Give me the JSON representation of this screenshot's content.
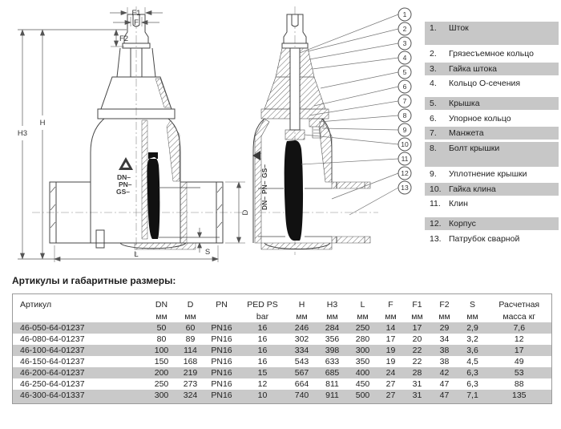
{
  "diagram": {
    "dims": {
      "f1": "F1",
      "f": "F",
      "f2": "F2",
      "h": "H",
      "h3": "H3",
      "l": "L",
      "d": "D",
      "s": "S"
    },
    "marking": {
      "dn": "DN–",
      "pn": "PN–",
      "gs": "GS–"
    },
    "callouts": [
      "1",
      "2",
      "3",
      "4",
      "5",
      "6",
      "7",
      "8",
      "9",
      "10",
      "11",
      "12",
      "13"
    ]
  },
  "parts_list": {
    "items": [
      {
        "num": "1.",
        "label": "Шток"
      },
      {
        "num": "2.",
        "label": "Грязесъемное кольцо"
      },
      {
        "num": "3.",
        "label": "Гайка штока"
      },
      {
        "num": "4.",
        "label": "Кольцо О-сечения"
      },
      {
        "num": "5.",
        "label": "Крышка"
      },
      {
        "num": "6.",
        "label": "Упорное кольцо"
      },
      {
        "num": "7.",
        "label": "Манжета"
      },
      {
        "num": "8.",
        "label": "Болт крышки"
      },
      {
        "num": "9.",
        "label": "Уплотнение крышки"
      },
      {
        "num": "10.",
        "label": "Гайка клина"
      },
      {
        "num": "11.",
        "label": "Клин"
      },
      {
        "num": "12.",
        "label": "Корпус"
      },
      {
        "num": "13.",
        "label": "Патрубок сварной"
      }
    ]
  },
  "table": {
    "title": "Артикулы и габаритные размеры:",
    "headers": [
      "Артикул",
      "DN",
      "D",
      "PN",
      "PED PS",
      "H",
      "H3",
      "L",
      "F",
      "F1",
      "F2",
      "S",
      "Расчетная"
    ],
    "units": [
      "",
      "мм",
      "мм",
      "",
      "bar",
      "мм",
      "мм",
      "мм",
      "мм",
      "мм",
      "мм",
      "мм",
      "масса кг"
    ],
    "rows": [
      {
        "cells": [
          "46-050-64-01237",
          "50",
          "60",
          "PN16",
          "16",
          "246",
          "284",
          "250",
          "14",
          "17",
          "29",
          "2,9",
          "7,6"
        ]
      },
      {
        "cells": [
          "46-080-64-01237",
          "80",
          "89",
          "PN16",
          "16",
          "302",
          "356",
          "280",
          "17",
          "20",
          "34",
          "3,2",
          "12"
        ]
      },
      {
        "cells": [
          "46-100-64-01237",
          "100",
          "114",
          "PN16",
          "16",
          "334",
          "398",
          "300",
          "19",
          "22",
          "38",
          "3,6",
          "17"
        ]
      },
      {
        "cells": [
          "46-150-64-01237",
          "150",
          "168",
          "PN16",
          "16",
          "543",
          "633",
          "350",
          "19",
          "22",
          "38",
          "4,5",
          "49"
        ]
      },
      {
        "cells": [
          "46-200-64-01237",
          "200",
          "219",
          "PN16",
          "15",
          "567",
          "685",
          "400",
          "24",
          "28",
          "42",
          "6,3",
          "53"
        ]
      },
      {
        "cells": [
          "46-250-64-01237",
          "250",
          "273",
          "PN16",
          "12",
          "664",
          "811",
          "450",
          "27",
          "31",
          "47",
          "6,3",
          "88"
        ]
      },
      {
        "cells": [
          "46-300-64-01337",
          "300",
          "324",
          "PN16",
          "10",
          "740",
          "911",
          "500",
          "27",
          "31",
          "47",
          "7,1",
          "135"
        ]
      }
    ]
  }
}
